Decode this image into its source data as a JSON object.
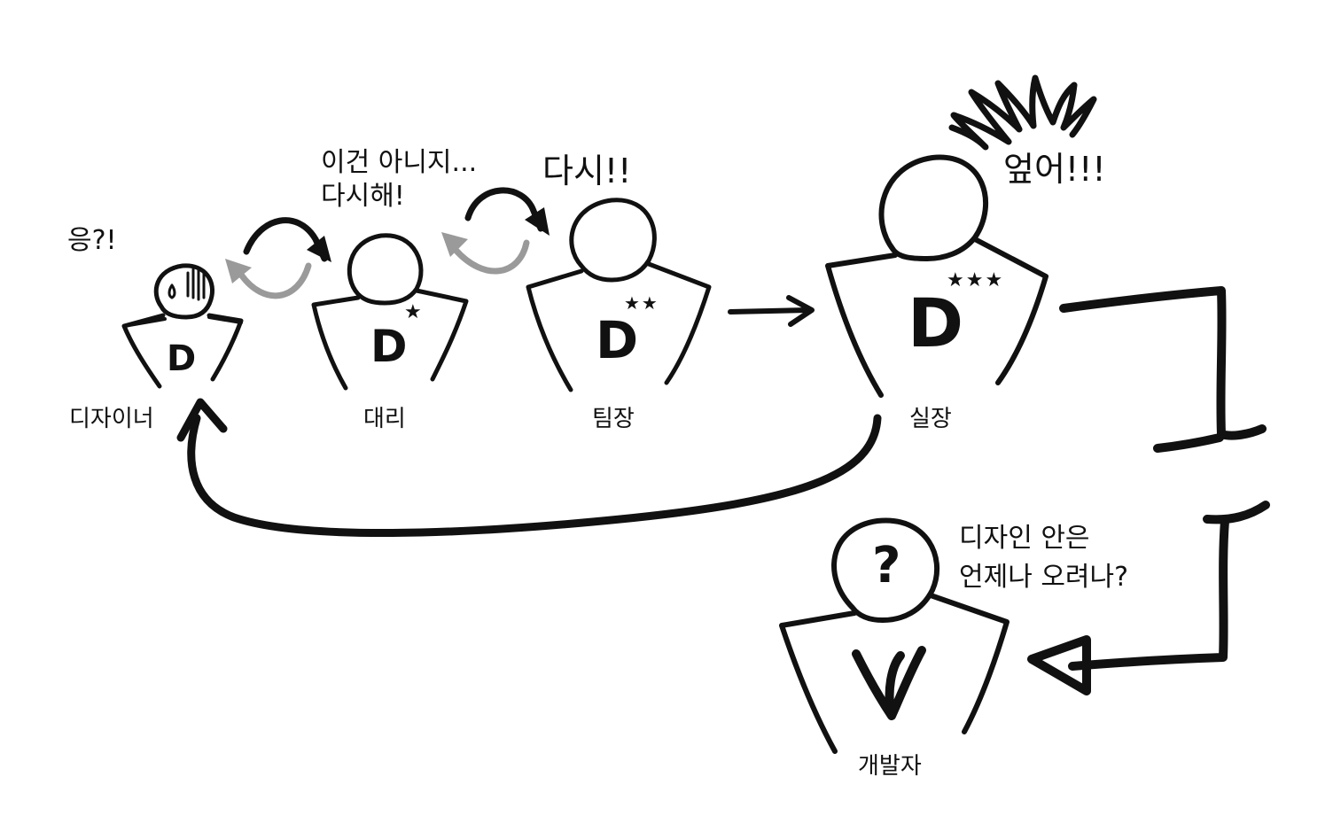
{
  "colors": {
    "ink": "#111111",
    "gray_arrow": "#9a9a9a",
    "background": "#ffffff"
  },
  "figures": [
    {
      "id": "designer",
      "name": "디자이너",
      "badge": "D",
      "stars": 0,
      "remark": "응?!"
    },
    {
      "id": "assistant",
      "name": "대리",
      "badge": "D",
      "stars": 1,
      "remark_line1": "이건 아니지...",
      "remark_line2": "다시해!"
    },
    {
      "id": "team_lead",
      "name": "팀장",
      "badge": "D",
      "stars": 2,
      "remark": "다시!!"
    },
    {
      "id": "director",
      "name": "실장",
      "badge": "D",
      "stars": 3,
      "remark": "엎어!!!"
    },
    {
      "id": "developer",
      "name": "개발자",
      "badge": "V",
      "head_symbol": "?",
      "remark_line1": "디자인 안은",
      "remark_line2": "언제나 오려나?"
    }
  ]
}
